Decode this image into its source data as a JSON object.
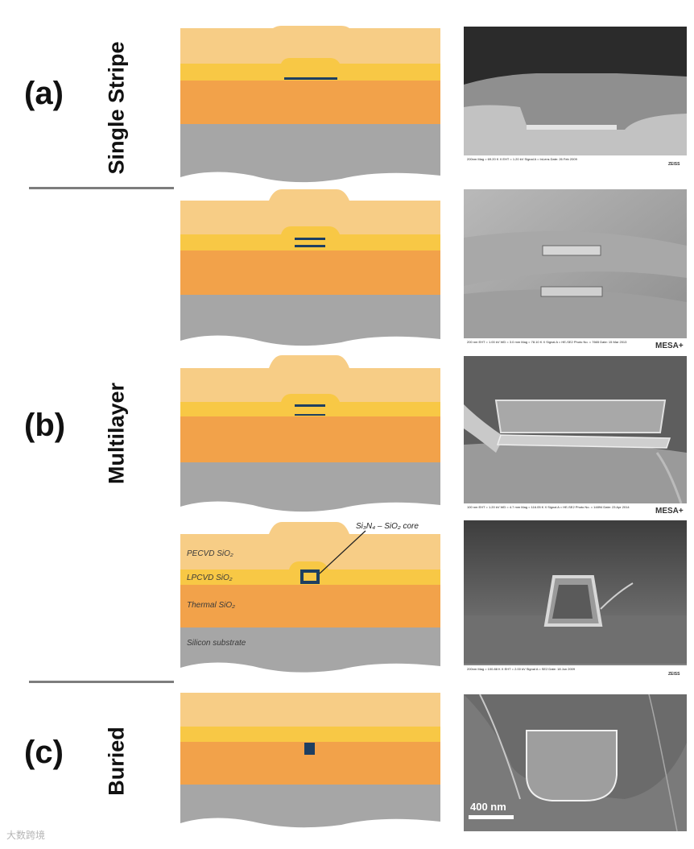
{
  "panels": {
    "a": {
      "letter": "(a)",
      "title": "Single Stripe"
    },
    "b": {
      "letter": "(b)",
      "title": "Multilayer"
    },
    "c": {
      "letter": "(c)",
      "title": "Buried"
    }
  },
  "layers": {
    "pecvd": "PECVD SiO₂",
    "lpcvd": "LPCVD SiO₂",
    "thermal": "Thermal SiO₂",
    "substrate": "Silicon substrate"
  },
  "core_label": "Si₃N₄ – SiO₂ core",
  "sem_images": {
    "a": {
      "footer": "200nm   Mag = 69.20 K X  EHT = 1.20 kV   Signal A = InLens   Date: 26 Feb 2009",
      "logo": "ZEISS"
    },
    "b1": {
      "footer": "200 nm   EHT = 1.00 kV  WD = 3.0 mm  Mag = 78.10 K X   Signal A = HE-SE2  Photo No. = 7665   Date: 15 Mar 2013",
      "logo": "MESA+"
    },
    "b2": {
      "footer": "100 nm   EHT = 1.20 kV  WD = 4.7 mm  Mag = 116.05 K X   Signal A = HE-SE2  Photo No. = 14894   Date: 23 Apr 2014",
      "logo": "MESA+"
    },
    "b3": {
      "footer": "200nm   Mag = 100.88 K X  EHT = 2.00 kV   Signal A = SE2   Date: 18 Jun 2009",
      "logo": "ZEISS"
    },
    "c": {
      "scale": "400 nm"
    }
  },
  "colors": {
    "pecvd": "#f7cd86",
    "lpcvd": "#f8c845",
    "thermal": "#f2a24a",
    "substrate": "#a6a6a6",
    "core": "#1e3f61",
    "divider": "#7d7d7d"
  },
  "watermark": "大数跨境"
}
